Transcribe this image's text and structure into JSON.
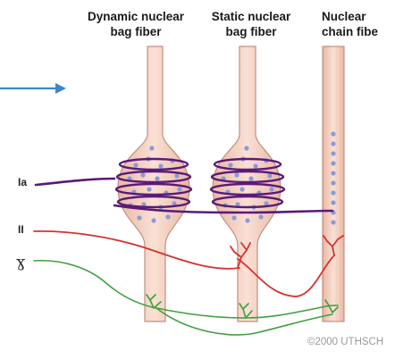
{
  "headers": {
    "dynamic_line1": "Dynamic nuclear",
    "dynamic_line2": "bag fiber",
    "static_line1": "Static nuclear",
    "static_line2": "bag fiber",
    "chain_line1": "Nuclear",
    "chain_line2": "chain fibe"
  },
  "nerve_labels": {
    "ia": "Ia",
    "ii": "II",
    "gamma": "ɣ"
  },
  "copyright": "©2000 UTHSCH",
  "colors": {
    "fiber_fill": "#f6d3c4",
    "fiber_outline": "#c09080",
    "nucleus": "#8a9ad8",
    "ia_fiber": "#5a1a78",
    "ii_fiber": "#d83030",
    "gamma_fiber": "#3ea03e",
    "arrow": "#3d86c8"
  }
}
